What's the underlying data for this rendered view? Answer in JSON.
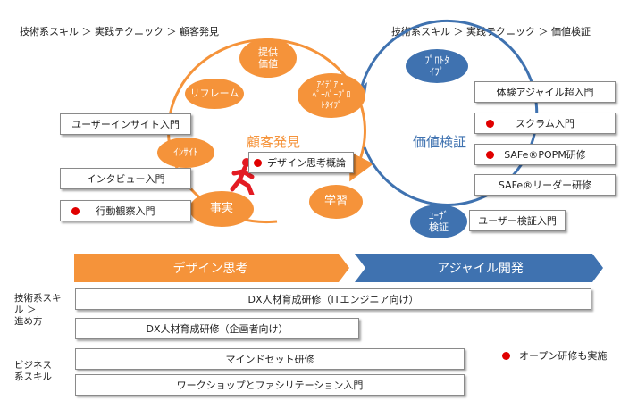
{
  "breadcrumbs": {
    "left": "技術系スキル ＞ 実践テクニック ＞ 顧客発見",
    "right": "技術系スキル ＞ 実践テクニック ＞ 価値検証"
  },
  "cycle_left": {
    "title": "顧客発見",
    "nodes": {
      "teikyo": "提供\n価値",
      "rifurem": "リフレーム",
      "idea": "ｱｲﾃﾞｱ・\nﾍﾟｰﾊﾟｰﾌﾟﾛ\nﾄﾀｲﾌﾟ",
      "insight": "ｲﾝｻｲﾄ",
      "jijitsu": "事実",
      "gakushu": "学習"
    }
  },
  "cycle_right": {
    "title": "価値検証",
    "nodes": {
      "prototype": "ﾌﾟﾛﾄﾀ\nｲﾌﾟ",
      "user_kensho": "ﾕｰｻﾞ\n検証"
    }
  },
  "courses_left": [
    {
      "label": "ユーザーインサイト入門",
      "open": false
    },
    {
      "label": "インタビュー入門",
      "open": false
    },
    {
      "label": "行動観察入門",
      "open": true
    }
  ],
  "course_center": {
    "label": "デザイン思考概論",
    "open": true
  },
  "courses_right": [
    {
      "label": "体験アジャイル超入門",
      "open": false
    },
    {
      "label": "スクラム入門",
      "open": true
    },
    {
      "label": "SAFe®POPM研修",
      "open": true
    },
    {
      "label": "SAFe®リーダー研修",
      "open": false
    },
    {
      "label": "ユーザー検証入門",
      "open": false
    }
  ],
  "phases": {
    "design": "デザイン思考",
    "agile": "アジャイル開発"
  },
  "rows": {
    "tech_label": "技術系スキ\nル ＞\n進め方",
    "biz_label": "ビジネス\n系スキル",
    "tech_courses": [
      "DX人材育成研修（ITエンジニア向け）",
      "DX人材育成研修（企画者向け）"
    ],
    "biz_courses": [
      "マインドセット研修",
      "ワークショップとファシリテーション入門"
    ]
  },
  "legend": "オープン研修も実施",
  "colors": {
    "orange": "#f5933a",
    "blue": "#3f72b0",
    "red": "#e00000"
  }
}
